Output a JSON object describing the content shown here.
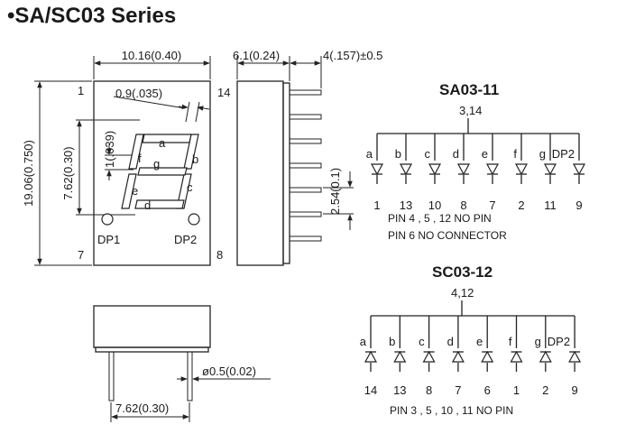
{
  "title": "•SA/SC03 Series",
  "front": {
    "width_dim": "10.16(0.40)",
    "height_dim": "19.06(0.750)",
    "seg_height_dim": "7.62(0.30)",
    "seg_width_dim": "0.9(.035)",
    "slant_dim": "1(.039)",
    "pin_tl": "1",
    "pin_tr": "14",
    "pin_bl": "7",
    "pin_br": "8",
    "dp1": "DP1",
    "dp2": "DP2",
    "segments": [
      "a",
      "b",
      "c",
      "d",
      "e",
      "f",
      "g"
    ]
  },
  "side": {
    "depth_dim": "6.1(0.24)",
    "pin_length_dim": "4(.157)±0.5",
    "pitch_dim": "2.54(0.1)"
  },
  "bottom": {
    "row_dim": "7.62(0.30)",
    "pin_dia_dim": "ø0.5(0.02)"
  },
  "sa": {
    "title": "SA03-11",
    "common": "3,14",
    "labels": [
      "a",
      "b",
      "c",
      "d",
      "e",
      "f",
      "g",
      "DP2"
    ],
    "pins": [
      "1",
      "13",
      "10",
      "8",
      "7",
      "2",
      "11",
      "9"
    ],
    "note1": "PIN 4 , 5 , 12 NO PIN",
    "note2": "PIN 6 NO CONNECTOR"
  },
  "sc": {
    "title": "SC03-12",
    "common": "4,12",
    "labels": [
      "a",
      "b",
      "c",
      "d",
      "e",
      "f",
      "g",
      "DP2"
    ],
    "pins": [
      "14",
      "13",
      "8",
      "7",
      "6",
      "1",
      "2",
      "9"
    ],
    "note1": "PIN 3 , 5 , 10 , 11 NO PIN"
  }
}
